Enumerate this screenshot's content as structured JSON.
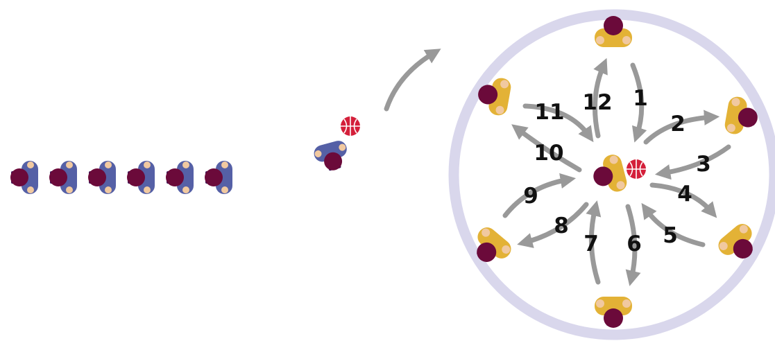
{
  "colors": {
    "circle": "#d9d7ec",
    "arrow": "#999999",
    "number": "#111111",
    "hair": "#6b0a3a",
    "skin": "#f1c9a0",
    "yellow_jersey": "#e3b236",
    "blue_jersey": "#5560a6",
    "dark_purple": "#3b1458",
    "ball": "#d41f3a"
  },
  "pass_labels": [
    "1",
    "2",
    "3",
    "4",
    "5",
    "6",
    "7",
    "8",
    "9",
    "10",
    "11",
    "12"
  ],
  "queue_player_count": 6,
  "icons": {
    "player": "player-top-view-icon",
    "ball": "basketball-icon",
    "arrow": "curved-arrow-icon"
  }
}
